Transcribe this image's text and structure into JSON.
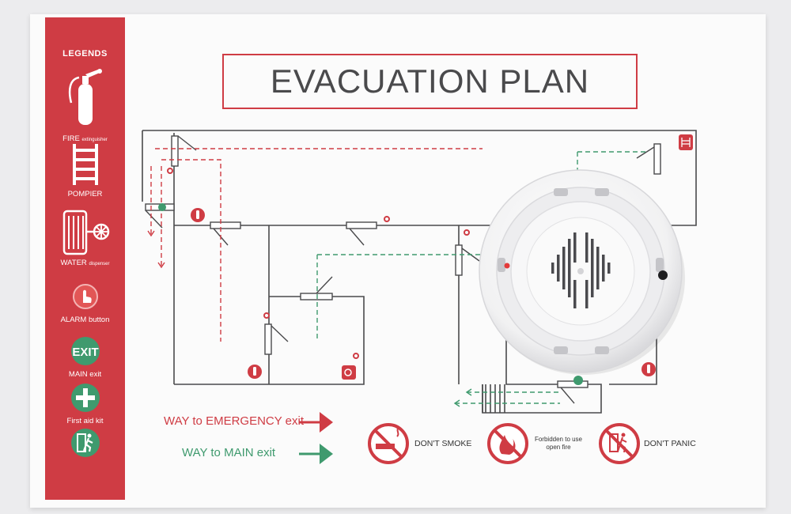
{
  "title": "EVACUATION PLAN",
  "legend": {
    "heading": "LEGENDS",
    "items": [
      {
        "name": "FIRE",
        "sub": "extinguisher"
      },
      {
        "name": "POMPIER",
        "sub": ""
      },
      {
        "name": "WATER",
        "sub": "dispenser"
      },
      {
        "name": "ALARM button",
        "sub": ""
      },
      {
        "name": "MAIN exit",
        "sub": ""
      },
      {
        "name": "First aid kit",
        "sub": ""
      }
    ],
    "exit_sign_text": "EXIT"
  },
  "routes": {
    "emergency": "WAY to EMERGENCY exit",
    "main": "WAY to MAIN exit"
  },
  "signs": {
    "no_smoke": "DON'T SMOKE",
    "no_fire_line1": "Forbidden to use",
    "no_fire_line2": "open fire",
    "no_panic": "DON'T PANIC"
  },
  "colors": {
    "red": "#cf3c44",
    "green": "#3f9a6e",
    "wall": "#4a4a4c"
  }
}
